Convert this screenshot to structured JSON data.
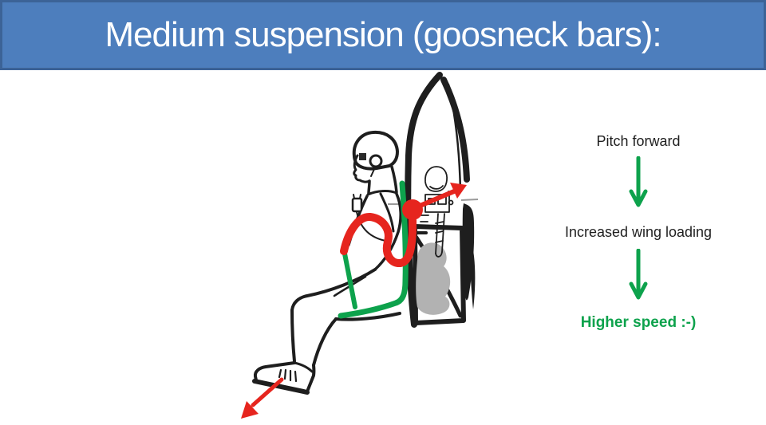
{
  "slide": {
    "title": "Medium suspension (goosneck bars):",
    "background": "#ffffff"
  },
  "title_bar": {
    "fill": "#4d7ebd",
    "border": "#3c6397",
    "text_color": "#ffffff"
  },
  "flow": {
    "steps": [
      {
        "label": "Pitch forward",
        "emphasis": "normal"
      },
      {
        "label": "Increased wing loading",
        "emphasis": "normal"
      },
      {
        "label": "Higher speed :-)",
        "emphasis": "green-bold"
      }
    ],
    "arrow_icon": "down-arrow",
    "arrow_color": "#0da24c"
  },
  "diagram": {
    "colors": {
      "ink": "#1e1e1e",
      "harness_green": "#0da24c",
      "gooseneck_red": "#e6251e",
      "fairing_gray": "#b2b2b2",
      "thrust_line_gray": "#9a9a9a",
      "goggle_dark": "#2a2a2a"
    },
    "elements": [
      "pilot-outline",
      "helmet",
      "paramotor-cage",
      "propeller-blade",
      "engine-sketch",
      "harness-frame",
      "gooseneck-bar",
      "pivot-point",
      "thrust-arrow",
      "drag-arrow",
      "thrust-line-dashes"
    ]
  }
}
